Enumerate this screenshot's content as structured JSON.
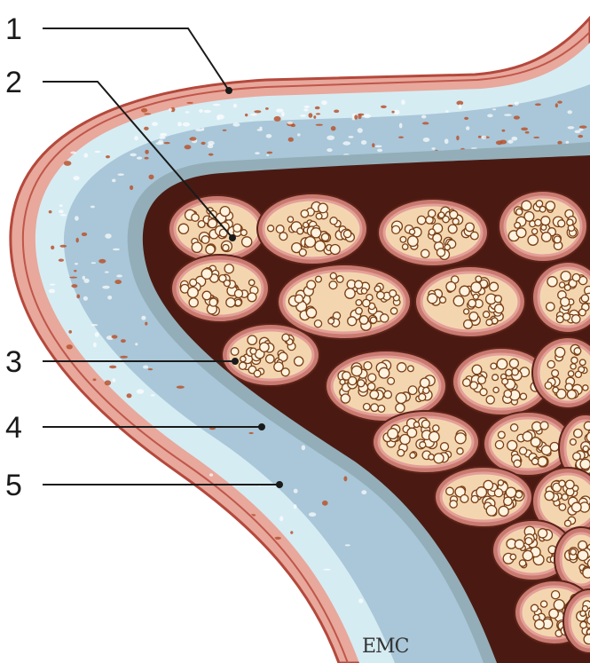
{
  "callouts": [
    {
      "number": "1"
    },
    {
      "number": "2"
    },
    {
      "number": "3"
    },
    {
      "number": "4"
    },
    {
      "number": "5"
    }
  ],
  "watermark": "EMC",
  "colors": {
    "outer_sheath": "#e8a89c",
    "outer_sheath_edge": "#b5483c",
    "epineurium_light": "#d6ecf3",
    "epineurium_textured": "#a9c7d8",
    "perineurium_band": "#93aeb8",
    "fascicle_fill": "#c97a70",
    "fascicle_ring": "#e39f98",
    "fascicle_core": "#f3d6b0",
    "axon": "#fff3e0",
    "axon_edge": "#7a3f16",
    "interstitium": "#4a1a12",
    "leader_line": "#1a1a1a"
  }
}
